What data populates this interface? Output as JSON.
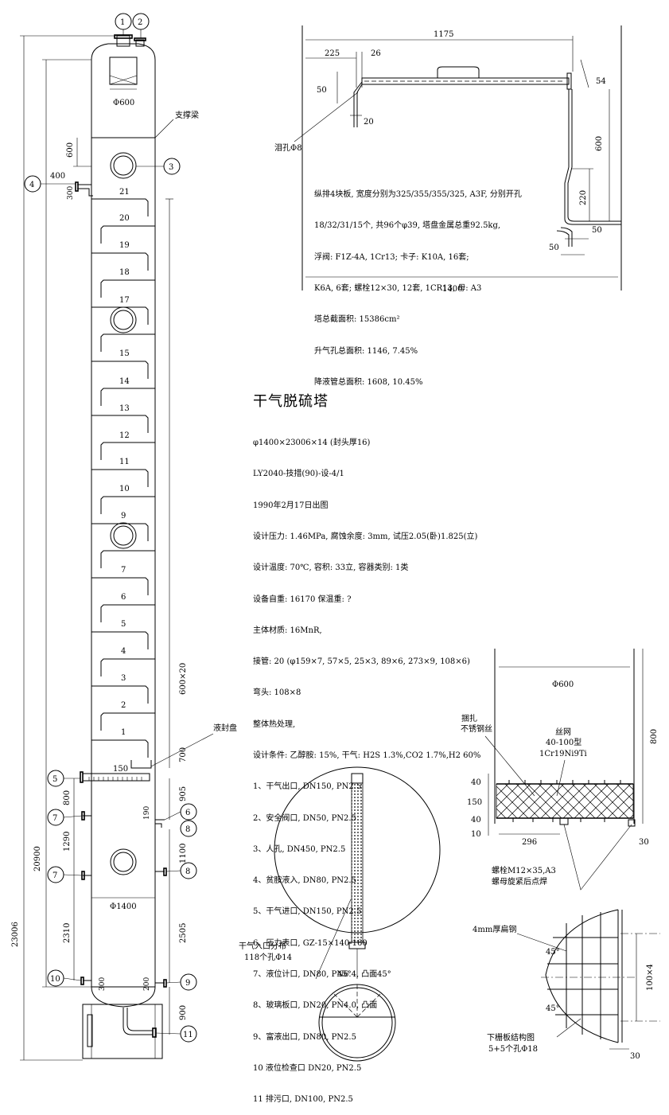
{
  "title": "干气脱硫塔",
  "spec_lines": [
    "φ1400×23006×14 (封头厚16)",
    "LY2040-技措(90)-设-4/1",
    "1990年2月17日出图",
    "设计压力: 1.46MPa, 腐蚀余度: 3mm, 试压2.05(卧)1.825(立)",
    "设计温度: 70℃, 容积: 33立, 容器类别: 1类",
    "设备自重: 16170 保温重: ?",
    "主体材质: 16MnR,",
    "接管: 20 (φ159×7, 57×5, 25×3, 89×6, 273×9, 108×6)",
    "弯头: 108×8",
    "整体热处理,",
    "设计条件: 乙醇胺: 15%, 干气: H2S 1.3%,CO2 1.7%,H2 60%",
    "1、干气出口, DN150, PN2.5",
    "2、安全阀口, DN50, PN2.5",
    "3、人孔, DN450, PN2.5",
    "4、贫胺液入, DN80, PN2.5",
    "5、干气进口, DN150, PN2.5",
    "6、压力表口, GZ-15×140-160",
    "7、液位计口, DN80, PN6.4, 凸面",
    "8、玻璃板口, DN20, PN4.0, 凸面",
    "9、富液出口, DN80, PN2.5",
    "10 液位检查口 DN20, PN2.5",
    "11 排污口, DN100, PN2.5"
  ],
  "tray_notes": [
    "纵排4块板, 宽度分别为325/355/355/325, A3F, 分别开孔",
    "18/32/31/15个, 共96个φ39, 塔盘金属总重92.5kg,",
    "浮阀: F1Z-4A, 1Cr13; 卡子: K10A, 16套;",
    "K6A, 6套; 螺栓12×30, 12套, 1CR13, 母: A3",
    "塔总截面积: 15386cm²",
    "升气孔总面积: 1146, 7.45%",
    "降液管总面积: 1608, 10.45%"
  ],
  "tower": {
    "top_diameter": "Φ600",
    "body_diameter": "Φ1400",
    "support_beam": "支撑梁",
    "liquid_seal": "液封盘",
    "tray_numbers": [
      "21",
      "20",
      "19",
      "18",
      "17",
      "15",
      "14",
      "13",
      "12",
      "11",
      "10",
      "9",
      "7",
      "6",
      "5",
      "4",
      "3",
      "2",
      "1"
    ],
    "nozzles": [
      "1",
      "2",
      "3",
      "4",
      "5",
      "6",
      "7",
      "7",
      "8",
      "8",
      "9",
      "10",
      "11"
    ],
    "dimensions": {
      "overall": "23006",
      "shell": "20900",
      "d600": "600",
      "d400": "400",
      "d300_top": "300",
      "tray_spacing": "600×20",
      "d700": "700",
      "d150": "150",
      "d905": "905",
      "d190": "190",
      "d1100": "1100",
      "d2505": "2505",
      "d200": "200",
      "d900": "900",
      "d800": "800",
      "d1290": "1290",
      "d2310": "2310",
      "d300_bottom": "300"
    }
  },
  "tray_detail": {
    "dims": [
      "1175",
      "225",
      "26",
      "50",
      "20",
      "54",
      "600",
      "220",
      "50",
      "50",
      "1400"
    ],
    "weep_hole": "泪孔Φ8"
  },
  "demister": {
    "diameter": "Φ600",
    "wire_label": "捆扎\n不锈钢丝",
    "mesh_label": "丝网\n40-100型\n1Cr19Ni9Ti",
    "dims": [
      "800",
      "40",
      "150",
      "40",
      "10",
      "296",
      "30"
    ],
    "bolt_note": "螺栓M12×35,A3\n螺母旋紧后点焊"
  },
  "inlet_detail": {
    "label": "干气入口分布\n118个孔Φ14",
    "angles": [
      "45°",
      "45°"
    ]
  },
  "grid_detail": {
    "steel": "4mm厚扁钢",
    "angles": [
      "45°",
      "45°"
    ],
    "pitch": "100×4",
    "gap": "30",
    "caption": "下栅板结构图\n5+5个孔Φ18"
  }
}
